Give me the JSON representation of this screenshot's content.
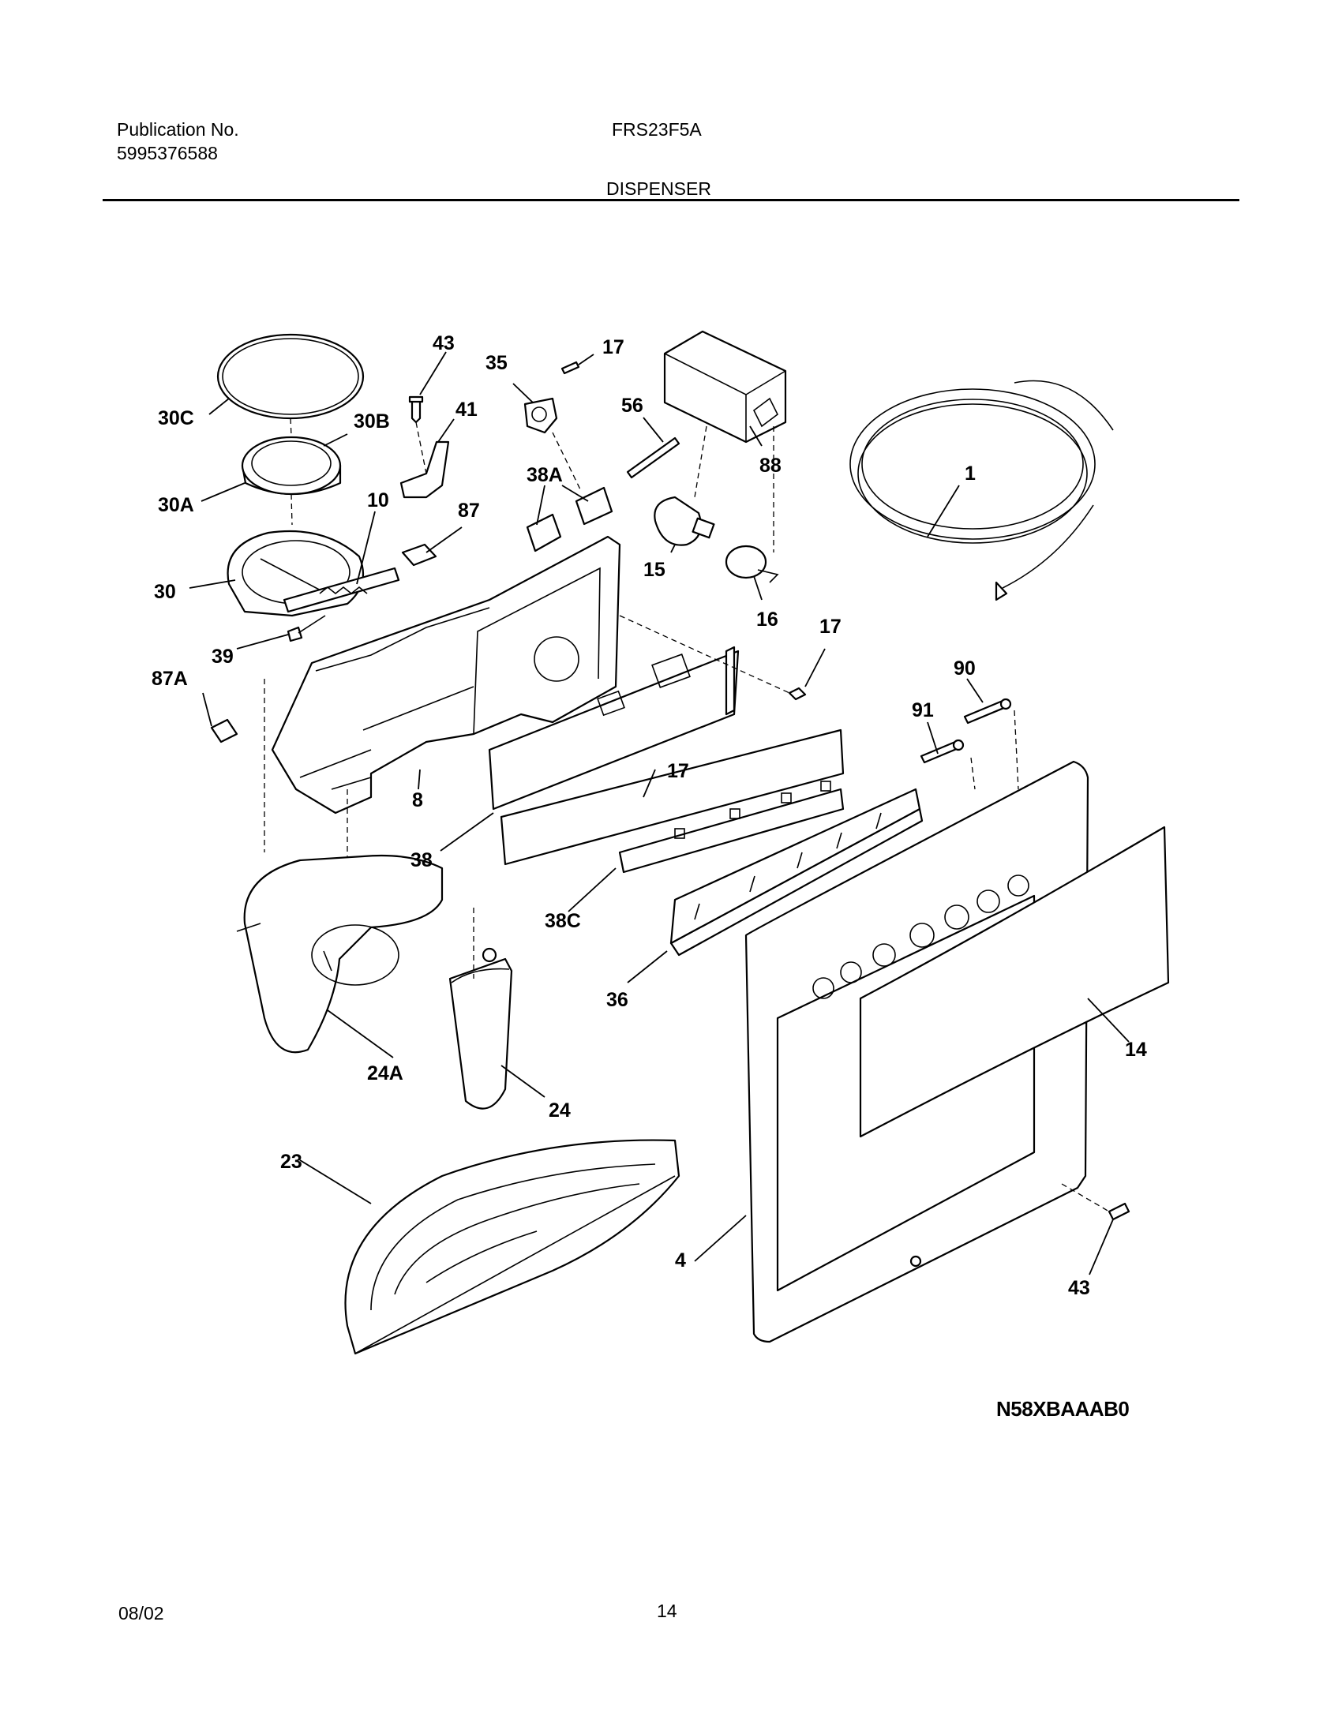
{
  "header": {
    "publication_label": "Publication No.",
    "publication_number": "5995376588",
    "model": "FRS23F5A",
    "section_title": "DISPENSER"
  },
  "callouts": {
    "c1": "1",
    "c4": "4",
    "c8": "8",
    "c10": "10",
    "c14": "14",
    "c15": "15",
    "c16": "16",
    "c17a": "17",
    "c17b": "17",
    "c17c": "17",
    "c23": "23",
    "c24": "24",
    "c24A": "24A",
    "c30": "30",
    "c30A": "30A",
    "c30B": "30B",
    "c30C": "30C",
    "c35": "35",
    "c36": "36",
    "c38": "38",
    "c38A": "38A",
    "c38C": "38C",
    "c39": "39",
    "c41": "41",
    "c43a": "43",
    "c43b": "43",
    "c56": "56",
    "c87": "87",
    "c87A": "87A",
    "c88": "88",
    "c90": "90",
    "c91": "91"
  },
  "diagram_code": "N58XBAAAB0",
  "footer": {
    "date": "08/02",
    "page_number": "14"
  }
}
